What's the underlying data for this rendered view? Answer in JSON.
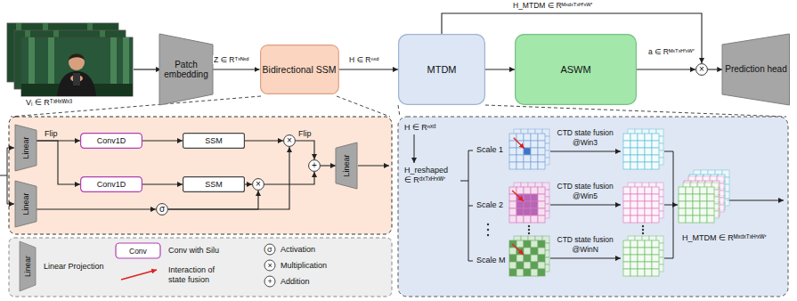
{
  "diagram": {
    "nodes": [
      {
        "text": [
          "Patch embedding"
        ]
      },
      {
        "text": [
          "Bidirectional SSM"
        ]
      },
      {
        "text": [
          "MTDM"
        ]
      },
      {
        "text": [
          "ASWM"
        ]
      },
      {
        "text": [
          "×"
        ]
      },
      {
        "text": [
          "Prediction head"
        ]
      },
      {
        "text": [
          "Linear"
        ]
      },
      {
        "text": [
          "Linear"
        ]
      },
      {
        "text": [
          "Conv1D"
        ]
      },
      {
        "text": [
          "Conv1D"
        ]
      },
      {
        "text": [
          "SSM"
        ]
      },
      {
        "text": [
          "SSM"
        ]
      },
      {
        "text": [
          "×"
        ]
      },
      {
        "text": [
          "×"
        ]
      },
      {
        "text": [
          "σ"
        ]
      },
      {
        "text": [
          "+"
        ]
      },
      {
        "text": [
          "Linear"
        ]
      }
    ],
    "edges": [
      {
        "from": 0,
        "to": 1,
        "arrow": "to",
        "label": "Z ∈ Rᵀˣᴺˣᵈ"
      },
      {
        "from": 1,
        "to": 2,
        "arrow": "to",
        "label": "H ∈ Rⁿˣᵈ"
      },
      {
        "from": 2,
        "to": 3,
        "arrow": "to"
      },
      {
        "from": 3,
        "to": 4,
        "arrow": "to",
        "label": "a ∈ Rᴹˣᵀˣᴴ′ˣᵂ′"
      },
      {
        "from": 2,
        "to": 4,
        "arrow": "to",
        "label": "H_MTDM ∈ Rᴹˣᵈˣᵀˣᴴ′ˣᵂ′"
      },
      {
        "from": 4,
        "to": 5,
        "arrow": "to"
      },
      {
        "from": 6,
        "to": 8,
        "arrow": "to",
        "label": "Flip"
      },
      {
        "from": 6,
        "to": 9,
        "arrow": "to"
      },
      {
        "from": 8,
        "to": 10,
        "arrow": "to"
      },
      {
        "from": 9,
        "to": 11,
        "arrow": "to"
      },
      {
        "from": 10,
        "to": 12,
        "arrow": "to"
      },
      {
        "from": 11,
        "to": 13,
        "arrow": "to"
      },
      {
        "from": 7,
        "to": 14,
        "arrow": "to"
      },
      {
        "from": 14,
        "to": 13,
        "arrow": "to"
      },
      {
        "from": 14,
        "to": 12,
        "arrow": "to"
      },
      {
        "from": 12,
        "to": 15,
        "arrow": "to",
        "label": "Flip"
      },
      {
        "from": 13,
        "to": 15,
        "arrow": "to"
      },
      {
        "from": 15,
        "to": 16,
        "arrow": "to"
      }
    ],
    "labels": [
      "Vᵢ ∈ Rᵀˣᴴˣᵂˣ³",
      "Linear",
      "Conv",
      "σ",
      "×",
      "+",
      "H ∈ Rⁿˣᵈ",
      "H_reshaped",
      "∈ Rᵈˣᵀˣᴴ′ˣᵂ′",
      "Scale 1",
      "Scale 2",
      "Scale M",
      "CTD state fusion",
      "@Win3",
      "CTD state fusion",
      "@Win5",
      "CTD state fusion",
      "@WinN",
      "H_MTDM ∈ Rᴹˣᵈˣᵀˣᴴ′ˣᵂ′"
    ],
    "legend": [
      {
        "text": "Linear Projection"
      },
      {
        "text": "Conv with Silu"
      },
      {
        "text": "Interaction of state fusion"
      },
      {
        "text": "Activation"
      },
      {
        "text": "Multiplication"
      },
      {
        "text": "Addition"
      }
    ]
  }
}
